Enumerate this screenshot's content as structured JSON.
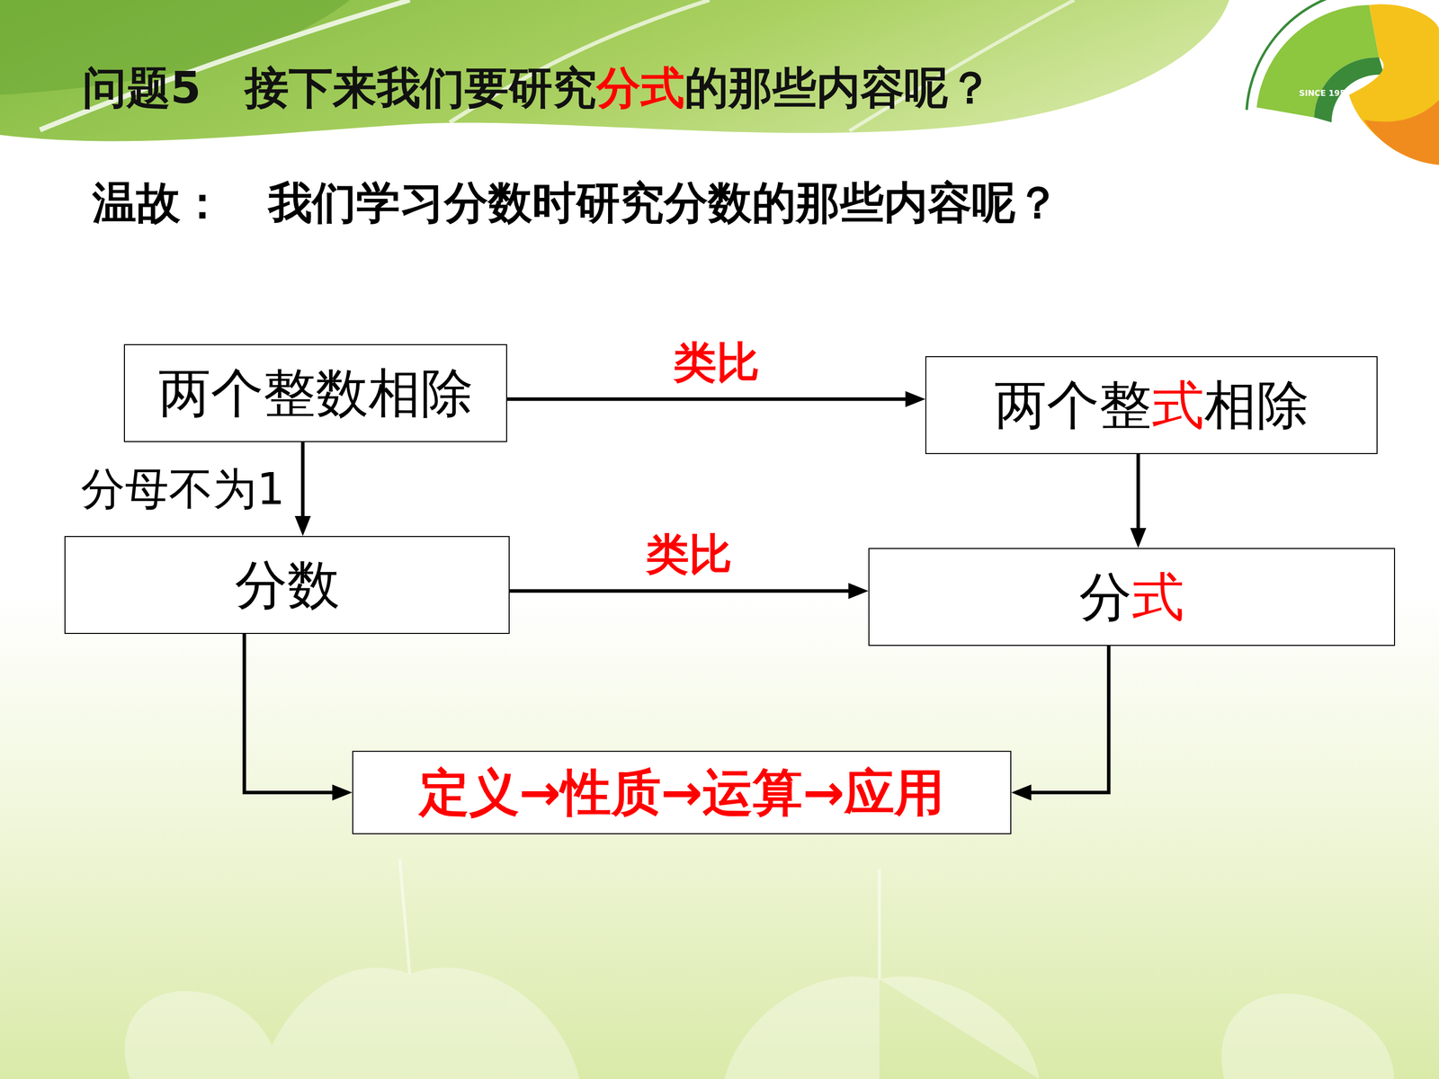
{
  "diagram": {
    "title": "问题5　接下来我们要研究分式的那些内容呢？",
    "nodes": [
      {
        "text": [
          "两个整数相除"
        ]
      },
      {
        "text": [
          "两个整式相除"
        ]
      },
      {
        "text": [
          "分数"
        ]
      },
      {
        "text": [
          "分式"
        ]
      },
      {
        "text": [
          "定义→性质→运算→应用"
        ]
      }
    ],
    "edges": [
      {
        "from": 0,
        "to": 1,
        "arrow": "to",
        "label": "类比"
      },
      {
        "from": 0,
        "to": 2,
        "arrow": "to",
        "label": "分母不为1"
      },
      {
        "from": 1,
        "to": 3,
        "arrow": "to"
      },
      {
        "from": 2,
        "to": 3,
        "arrow": "to",
        "label": "类比"
      },
      {
        "from": 2,
        "to": 4,
        "arrow": "to"
      },
      {
        "from": 3,
        "to": 4,
        "arrow": "to"
      }
    ],
    "labels": [
      "温故：　我们学习分数时研究分数的那些内容呢？",
      "SINCE 1957"
    ]
  }
}
